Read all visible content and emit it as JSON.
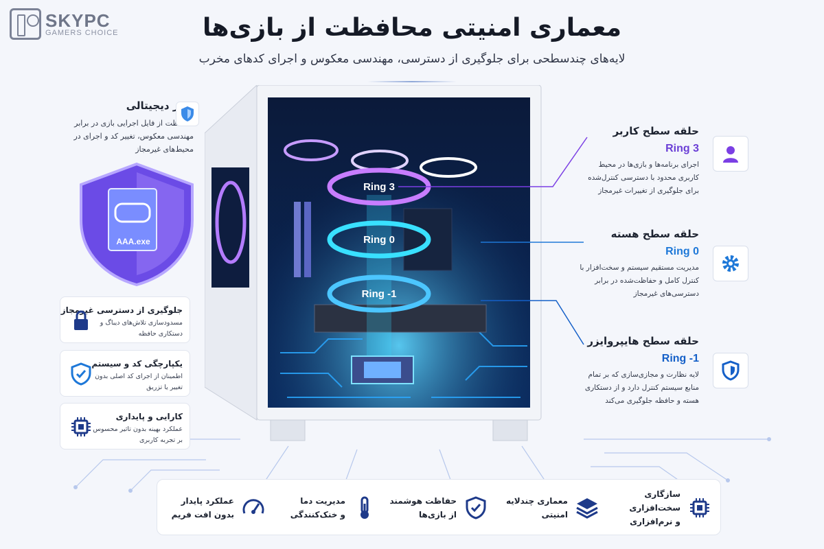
{
  "brand": {
    "name": "SKYPC",
    "tagline": "GAMERS CHOICE"
  },
  "header": {
    "title": "معماری امنیتی محافظت از بازی‌ها",
    "subtitle": "لایه‌های چندسطحی برای جلوگیری از دسترسی، مهندسی معکوس و اجرای کدهای مخرب"
  },
  "shield": {
    "title": "سپر دیجیتالی",
    "desc": "محافظت از فایل اجرایی بازی در برابر مهندسی معکوس، تغییر کد و اجرای در محیط‌های غیرمجاز",
    "file_label": "AAA.exe",
    "icon": "shield-icon"
  },
  "features": [
    {
      "title": "جلوگیری از دسترسی غیرمجاز",
      "desc": "مسدودسازی تلاش‌های دیباگ و دستکاری حافظه",
      "icon": "lock-icon"
    },
    {
      "title": "یکپارچگی کد و سیستم",
      "desc": "اطمینان از اجرای کد اصلی بدون تغییر یا تزریق",
      "icon": "shield-check-icon"
    },
    {
      "title": "کارایی و پایداری",
      "desc": "عملکرد بهینه بدون تاثیر محسوس بر تجربه کاربری",
      "icon": "chip-icon"
    }
  ],
  "case_rings": [
    "Ring 3",
    "Ring 0",
    "Ring -1"
  ],
  "rings": [
    {
      "heading": "حلقه سطح کاربر",
      "name": "Ring 3",
      "desc": "اجرای برنامه‌ها و بازی‌ها در محیط کاربری محدود با دسترسی کنترل‌شده برای جلوگیری از تغییرات غیرمجاز",
      "icon": "user-icon",
      "color": "#7b3fe4"
    },
    {
      "heading": "حلقه سطح هسته",
      "name": "Ring 0",
      "desc": "مدیریت مستقیم سیستم و سخت‌افزار با کنترل کامل و حفاظت‌شده در برابر دسترسی‌های غیرمجاز",
      "icon": "gear-icon",
      "color": "#1e78d8"
    },
    {
      "heading": "حلقه سطح هایپروایزر",
      "name": "Ring -1",
      "desc": "لایه نظارت و مجازی‌سازی که بر تمام منابع سیستم کنترل دارد و از دستکاری هسته و حافظه جلوگیری می‌کند",
      "icon": "shield-icon",
      "color": "#1560c8"
    }
  ],
  "bottom": [
    {
      "line1": "سازگاری سخت‌افزاری",
      "line2": "و نرم‌افزاری",
      "icon": "chip-icon"
    },
    {
      "line1": "معماری چندلایه",
      "line2": "امنیتی",
      "icon": "layers-icon"
    },
    {
      "line1": "حفاظت هوشمند",
      "line2": "از بازی‌ها",
      "icon": "shield-check-icon"
    },
    {
      "line1": "مدیریت دما",
      "line2": "و خنک‌کنندگی",
      "icon": "thermometer-icon"
    },
    {
      "line1": "عملکرد پایدار",
      "line2": "بدون افت فریم",
      "icon": "speedometer-icon"
    }
  ],
  "colors": {
    "accent": "#1560c8",
    "purple": "#7b3fe4",
    "cyan": "#19c8f0"
  }
}
